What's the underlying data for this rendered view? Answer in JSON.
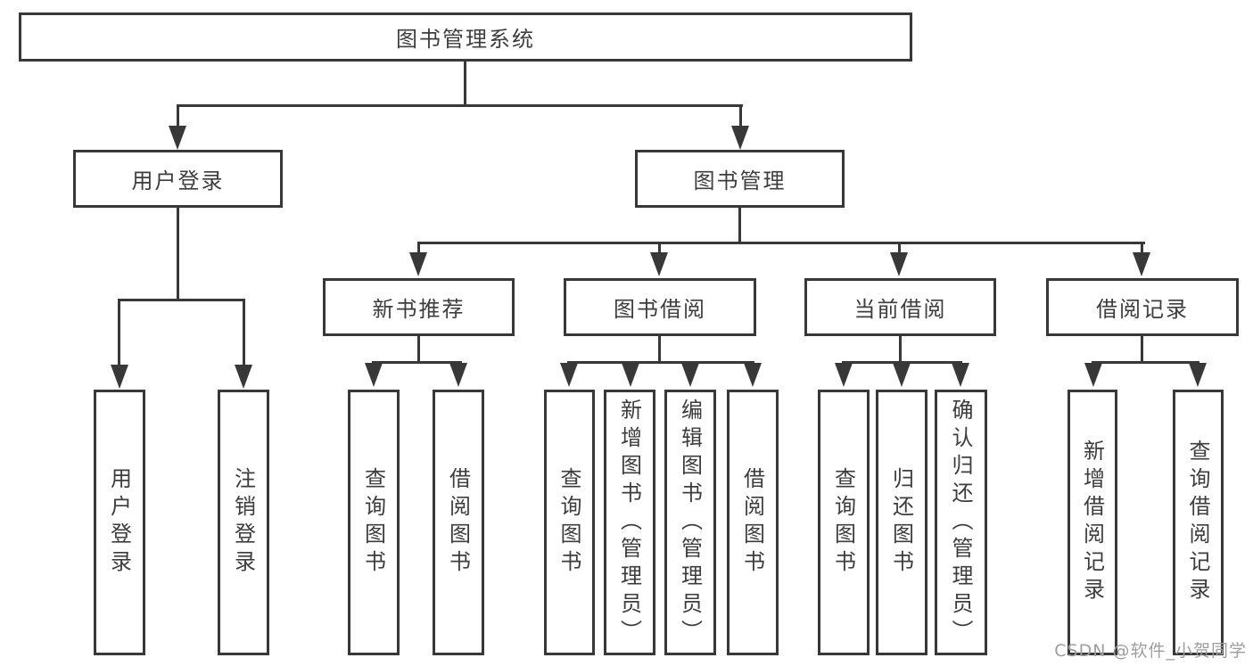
{
  "tree": {
    "label": "图书管理系统",
    "children": [
      {
        "label": "用户登录",
        "children": [
          {
            "label": "用户登录"
          },
          {
            "label": "注销登录"
          }
        ]
      },
      {
        "label": "图书管理",
        "children": [
          {
            "label": "新书推荐",
            "children": [
              {
                "label": "查询图书"
              },
              {
                "label": "借阅图书"
              }
            ]
          },
          {
            "label": "图书借阅",
            "children": [
              {
                "label": "查询图书"
              },
              {
                "label": "新增图书（管理员）"
              },
              {
                "label": "编辑图书（管理员）"
              },
              {
                "label": "借阅图书"
              }
            ]
          },
          {
            "label": "当前借阅",
            "children": [
              {
                "label": "查询图书"
              },
              {
                "label": "归还图书"
              },
              {
                "label": "确认归还（管理员）"
              }
            ]
          },
          {
            "label": "借阅记录",
            "children": [
              {
                "label": "新增借阅记录"
              },
              {
                "label": "查询借阅记录"
              }
            ]
          }
        ]
      }
    ]
  },
  "watermark": {
    "text": "CSDN @软件_小贺同学"
  },
  "colors": {
    "line": "#383838",
    "text": "#3d3d3d",
    "watermark": "#9e9e9e",
    "background": "#ffffff"
  }
}
